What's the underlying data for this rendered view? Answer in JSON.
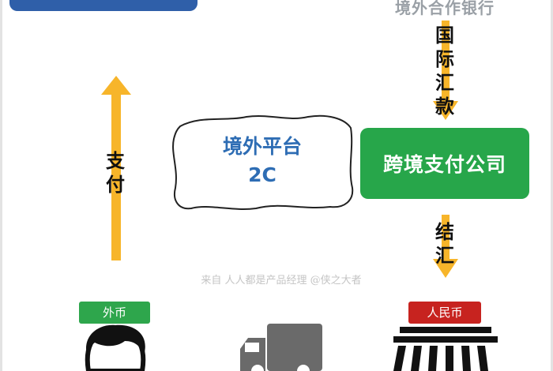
{
  "diagram": {
    "top_right_label": "境外合作银行",
    "cross_border_company": "跨境支付公司",
    "platform": {
      "line1": "境外平台",
      "line2": "2C"
    },
    "arrow_remit_label": "国际汇款",
    "arrow_settle_label": "结汇",
    "arrow_pay_label": "支付",
    "watermark": "来自 人人都是产品经理 @侠之大者",
    "tag_foreign": "外币",
    "tag_rmb": "人民币"
  },
  "colors": {
    "blue_box": "#2f5fa9",
    "green_box": "#27a64a",
    "arrow_yellow": "#f7b52a",
    "tag_green": "#2ea64c",
    "tag_red": "#c7231f",
    "platform_text": "#2e6db4"
  },
  "icons": [
    "person-icon",
    "truck-icon",
    "customs-gate-icon"
  ]
}
